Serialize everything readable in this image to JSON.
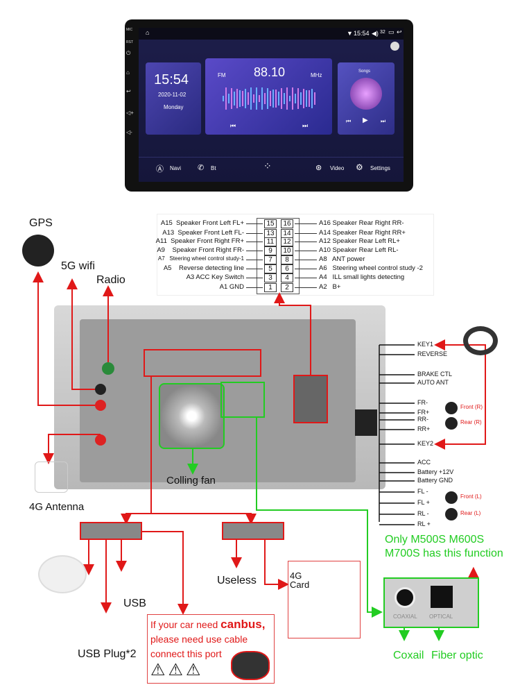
{
  "screen": {
    "status_time": "15:54",
    "volume": "32",
    "side_buttons": [
      "MIC",
      "RST"
    ],
    "clock": {
      "time": "15:54",
      "date": "2020-11-02",
      "day": "Monday"
    },
    "radio": {
      "band": "FM",
      "frequency": "88.10",
      "unit": "MHz"
    },
    "songs": {
      "title": "Songs"
    },
    "bar": {
      "navi": "Navi",
      "bt": "Bt",
      "video": "Video",
      "settings": "Settings"
    }
  },
  "pins": {
    "left": [
      "A15  Speaker Front Left FL+",
      "A13  Speaker Front Left FL-",
      "A11  Speaker Front Right FR+",
      "A9    Speaker Front Right FR-",
      "A7   Steering wheel control study-1",
      "A5    Reverse detecting line",
      "A3 ACC Key Switch",
      "A1 GND"
    ],
    "right": [
      "A16 Speaker Rear Right RR-",
      "A14 Speaker Rear Right RR+",
      "A12 Speaker Rear Left RL+",
      "A10 Speaker Rear Left RL-",
      "A8   ANT power",
      "A6   Steering wheel control study -2",
      "A4   ILL small lights detecting",
      "A2   B+"
    ],
    "numbers": [
      [
        "15",
        "16"
      ],
      [
        "13",
        "14"
      ],
      [
        "11",
        "12"
      ],
      [
        "9",
        "10"
      ],
      [
        "7",
        "8"
      ],
      [
        "5",
        "6"
      ],
      [
        "3",
        "4"
      ],
      [
        "1",
        "2"
      ]
    ]
  },
  "labels": {
    "gps": "GPS",
    "wifi": "5G wifi",
    "radio": "Radio",
    "antenna_4g": "4G Antenna",
    "fan": "Colling fan",
    "usb": "USB",
    "usb_plug": "USB Plug*2",
    "useless": "Useless",
    "card_4g": "4G\nCard"
  },
  "wires": [
    "KEY1",
    "REVERSE",
    "BRAKE CTL",
    "AUTO ANT",
    "FR-",
    "FR+",
    "RR-",
    "RR+",
    "KEY2",
    "ACC",
    "Battery +12V",
    "Battery GND",
    "FL -",
    "FL +",
    "RL -",
    "RL +"
  ],
  "speakers": [
    "Front (R)",
    "Rear (R)",
    "Front (L)",
    "Rear (L)"
  ],
  "canbus": {
    "line1_prefix": "If your car need ",
    "line1_bold": "canbus,",
    "line2": "please need use cable",
    "line3": "connect this port"
  },
  "optional": {
    "note": "Only M500S M600S M700S has this function",
    "coaxial_port": "COAXIAL",
    "optical_port": "OPTICAL",
    "coaxial": "Coxail",
    "fiber": "Fiber optic"
  },
  "colors": {
    "arrow": "#e01818",
    "green": "#22cc22"
  }
}
